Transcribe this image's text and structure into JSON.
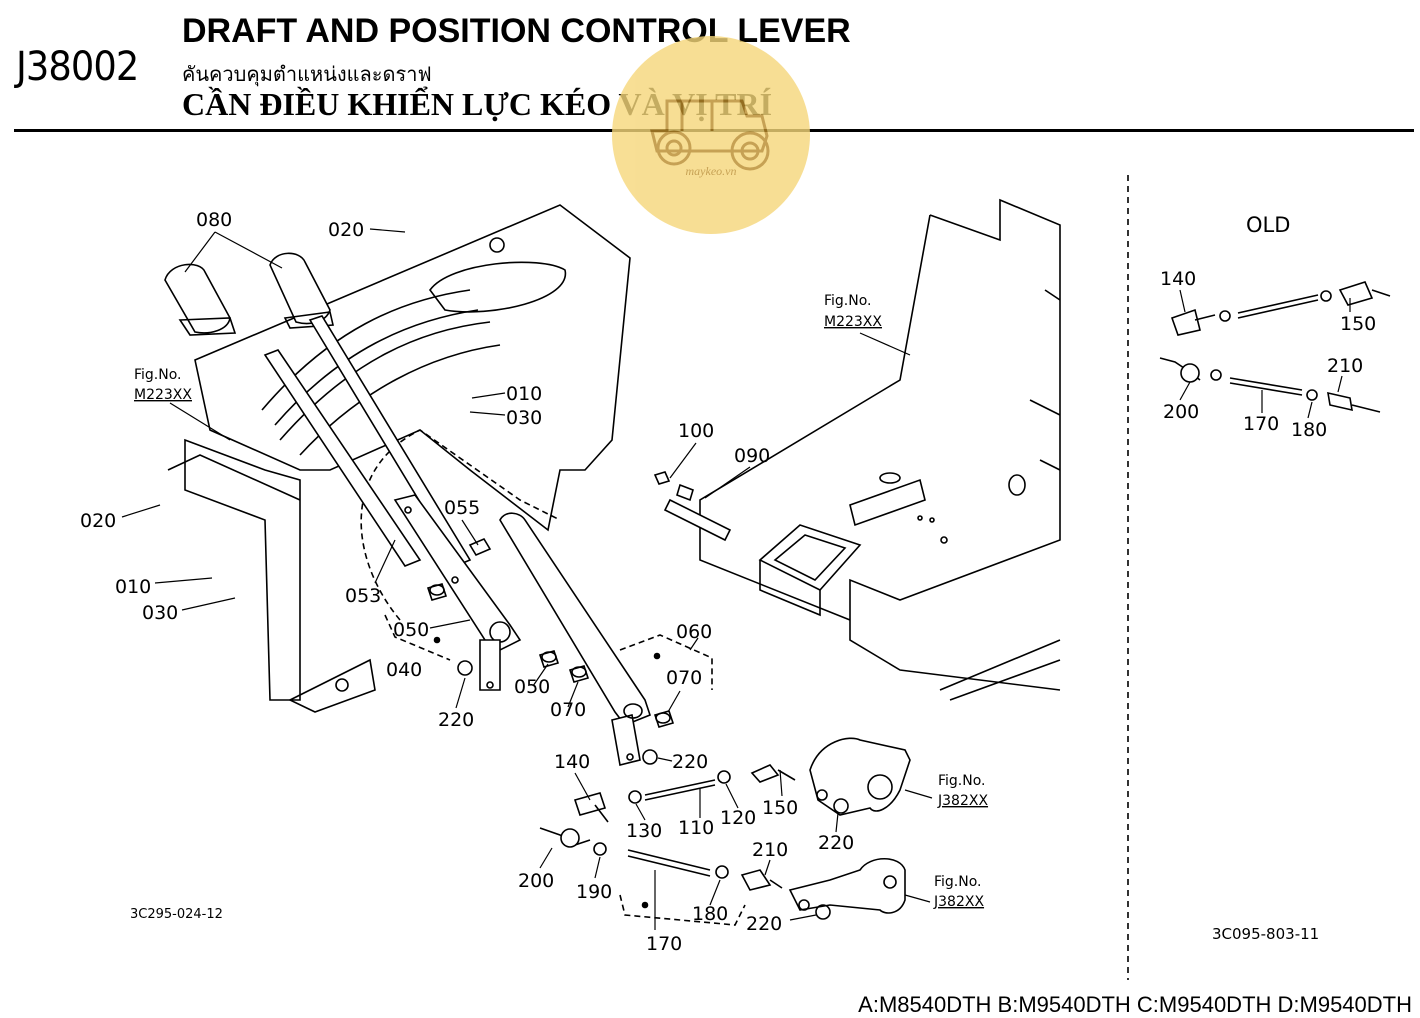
{
  "header": {
    "code": "J38002",
    "title_en": "DRAFT AND POSITION CONTROL LEVER",
    "title_th": "คันควบคุมตำแหน่งและดราฟ",
    "title_vi": "CẦN ĐIỀU KHIỂN LỰC KÉO VÀ VỊ TRÍ"
  },
  "watermark": {
    "text": "maykeo.vn",
    "color": "#f6d77a"
  },
  "diagram": {
    "ref_left": "3C295-024-12",
    "ref_right": "3C095-803-11",
    "old_label": "OLD",
    "fig_refs": [
      {
        "line1": "Fig.No.",
        "line2": "M223XX"
      },
      {
        "line1": "Fig.No.",
        "line2": "M223XX"
      },
      {
        "line1": "Fig.No.",
        "line2": "J382XX"
      },
      {
        "line1": "Fig.No.",
        "line2": "J382XX"
      }
    ],
    "parts": {
      "p080": "080",
      "p020a": "020",
      "p020b": "020",
      "p010a": "010",
      "p030a": "030",
      "p010b": "010",
      "p030b": "030",
      "p055": "055",
      "p053": "053",
      "p050a": "050",
      "p040": "040",
      "p220a": "220",
      "p050b": "050",
      "p070a": "070",
      "p060": "060",
      "p070b": "070",
      "p220b": "220",
      "p100": "100",
      "p090": "090",
      "p140": "140",
      "p130": "130",
      "p110": "110",
      "p120": "120",
      "p150": "150",
      "p220c": "220",
      "p200": "200",
      "p190": "190",
      "p170": "170",
      "p180": "180",
      "p210": "210",
      "p220d": "220",
      "old140": "140",
      "old150": "150",
      "old200": "200",
      "old170": "170",
      "old180": "180",
      "old210": "210"
    }
  },
  "footer": {
    "models": "A:M8540DTH B:M9540DTH C:M9540DTH D:M9540DTH"
  }
}
